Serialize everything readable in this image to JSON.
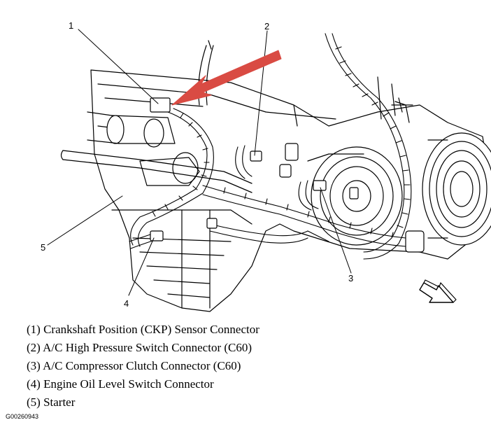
{
  "callouts": [
    "1",
    "2",
    "3",
    "4",
    "5"
  ],
  "legend": [
    "(1) Crankshaft Position (CKP) Sensor Connector",
    "(2) A/C High Pressure Switch Connector (C60)",
    "(3) A/C Compressor Clutch Connector (C60)",
    "(4) Engine Oil Level Switch Connector",
    "(5) Starter"
  ],
  "figure_id": "G00260943",
  "colors": {
    "highlight_arrow": "#d94b43",
    "line_art": "#000000"
  },
  "icons": {
    "front_direction": "direction-arrow-icon"
  }
}
